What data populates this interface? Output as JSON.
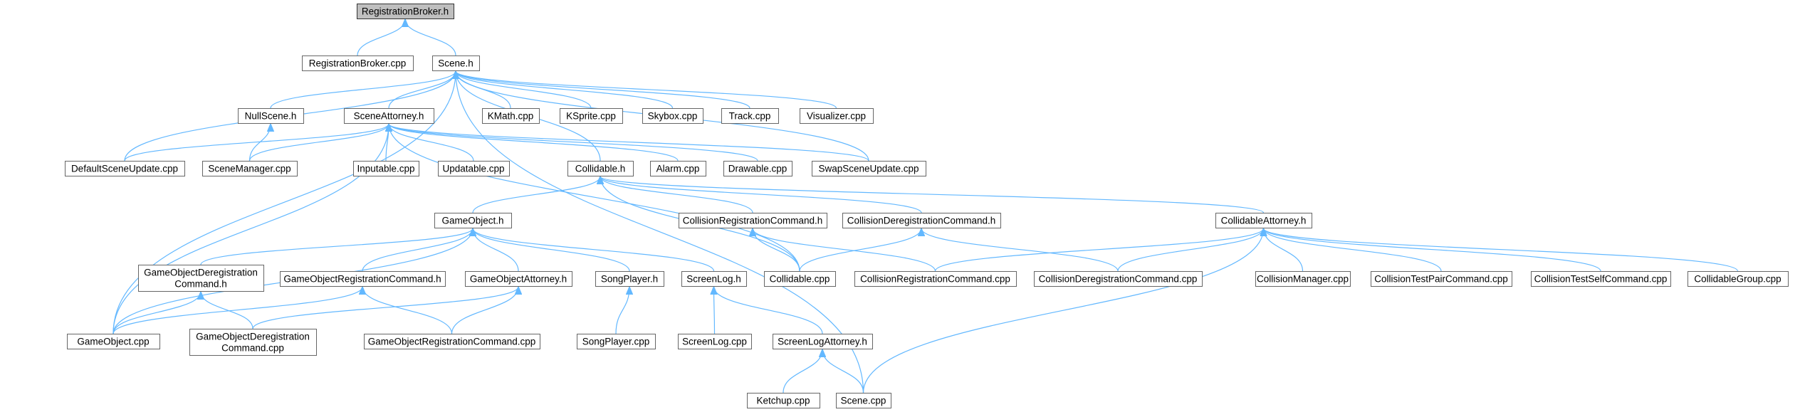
{
  "nodes": [
    {
      "id": "n_rb_h",
      "name": "node-registrationbroker-h",
      "lines": [
        "RegistrationBroker.h"
      ],
      "root": true
    },
    {
      "id": "n_rb_cpp",
      "name": "node-registrationbroker-cpp",
      "lines": [
        "RegistrationBroker.cpp"
      ]
    },
    {
      "id": "n_scene_h",
      "name": "node-scene-h",
      "lines": [
        "Scene.h"
      ]
    },
    {
      "id": "n_nullscene_h",
      "name": "node-nullscene-h",
      "lines": [
        "NullScene.h"
      ]
    },
    {
      "id": "n_sceneattorney_h",
      "name": "node-sceneattorney-h",
      "lines": [
        "SceneAttorney.h"
      ]
    },
    {
      "id": "n_kmath_cpp",
      "name": "node-kmath-cpp",
      "lines": [
        "KMath.cpp"
      ]
    },
    {
      "id": "n_ksprite_cpp",
      "name": "node-ksprite-cpp",
      "lines": [
        "KSprite.cpp"
      ]
    },
    {
      "id": "n_skybox_cpp",
      "name": "node-skybox-cpp",
      "lines": [
        "Skybox.cpp"
      ]
    },
    {
      "id": "n_track_cpp",
      "name": "node-track-cpp",
      "lines": [
        "Track.cpp"
      ]
    },
    {
      "id": "n_visualizer_cpp",
      "name": "node-visualizer-cpp",
      "lines": [
        "Visualizer.cpp"
      ]
    },
    {
      "id": "n_defaultsceneupdate_cpp",
      "name": "node-defaultsceneupdate-cpp",
      "lines": [
        "DefaultSceneUpdate.cpp"
      ]
    },
    {
      "id": "n_scenemanager_cpp",
      "name": "node-scenemanager-cpp",
      "lines": [
        "SceneManager.cpp"
      ]
    },
    {
      "id": "n_inputable_cpp",
      "name": "node-inputable-cpp",
      "lines": [
        "Inputable.cpp"
      ]
    },
    {
      "id": "n_updatable_cpp",
      "name": "node-updatable-cpp",
      "lines": [
        "Updatable.cpp"
      ]
    },
    {
      "id": "n_collidable_h",
      "name": "node-collidable-h",
      "lines": [
        "Collidable.h"
      ]
    },
    {
      "id": "n_alarm_cpp",
      "name": "node-alarm-cpp",
      "lines": [
        "Alarm.cpp"
      ]
    },
    {
      "id": "n_drawable_cpp",
      "name": "node-drawable-cpp",
      "lines": [
        "Drawable.cpp"
      ]
    },
    {
      "id": "n_swapsceneupdate_cpp",
      "name": "node-swapsceneupdate-cpp",
      "lines": [
        "SwapSceneUpdate.cpp"
      ]
    },
    {
      "id": "n_gameobject_h",
      "name": "node-gameobject-h",
      "lines": [
        "GameObject.h"
      ]
    },
    {
      "id": "n_collisionregcmd_h",
      "name": "node-collisionregistrationcommand-h",
      "lines": [
        "CollisionRegistrationCommand.h"
      ]
    },
    {
      "id": "n_collisionderegcmd_h",
      "name": "node-collisionderegistrationcommand-h",
      "lines": [
        "CollisionDeregistrationCommand.h"
      ]
    },
    {
      "id": "n_collidableattorney_h",
      "name": "node-collidableattorney-h",
      "lines": [
        "CollidableAttorney.h"
      ]
    },
    {
      "id": "n_goderegcmd_h",
      "name": "node-gameobjectderegistrationcommand-h",
      "lines": [
        "GameObjectDeregistration",
        "Command.h"
      ]
    },
    {
      "id": "n_goregcmd_h",
      "name": "node-gameobjectregistrationcommand-h",
      "lines": [
        "GameObjectRegistrationCommand.h"
      ]
    },
    {
      "id": "n_goattorney_h",
      "name": "node-gameobjectattorney-h",
      "lines": [
        "GameObjectAttorney.h"
      ]
    },
    {
      "id": "n_songplayer_h",
      "name": "node-songplayer-h",
      "lines": [
        "SongPlayer.h"
      ]
    },
    {
      "id": "n_screenlog_h",
      "name": "node-screenlog-h",
      "lines": [
        "ScreenLog.h"
      ]
    },
    {
      "id": "n_collidable_cpp",
      "name": "node-collidable-cpp",
      "lines": [
        "Collidable.cpp"
      ]
    },
    {
      "id": "n_collisionregcmd_cpp",
      "name": "node-collisionregistrationcommand-cpp",
      "lines": [
        "CollisionRegistrationCommand.cpp"
      ]
    },
    {
      "id": "n_collisionderegcmd_cpp",
      "name": "node-collisionderegistrationcommand-cpp",
      "lines": [
        "CollisionDeregistrationCommand.cpp"
      ]
    },
    {
      "id": "n_collisionmanager_cpp",
      "name": "node-collisionmanager-cpp",
      "lines": [
        "CollisionManager.cpp"
      ]
    },
    {
      "id": "n_collisiontestpaircmd_cpp",
      "name": "node-collisiontestpaircommand-cpp",
      "lines": [
        "CollisionTestPairCommand.cpp"
      ]
    },
    {
      "id": "n_collisiontestselfcmd_cpp",
      "name": "node-collisiontestselfcommand-cpp",
      "lines": [
        "CollisionTestSelfCommand.cpp"
      ]
    },
    {
      "id": "n_collidablegroup_cpp",
      "name": "node-collidablegroup-cpp",
      "lines": [
        "CollidableGroup.cpp"
      ]
    },
    {
      "id": "n_gameobject_cpp",
      "name": "node-gameobject-cpp",
      "lines": [
        "GameObject.cpp"
      ]
    },
    {
      "id": "n_goderegcmd_cpp",
      "name": "node-gameobjectderegistrationcommand-cpp",
      "lines": [
        "GameObjectDeregistration",
        "Command.cpp"
      ]
    },
    {
      "id": "n_goregcmd_cpp",
      "name": "node-gameobjectregistrationcommand-cpp",
      "lines": [
        "GameObjectRegistrationCommand.cpp"
      ]
    },
    {
      "id": "n_songplayer_cpp",
      "name": "node-songplayer-cpp",
      "lines": [
        "SongPlayer.cpp"
      ]
    },
    {
      "id": "n_screenlog_cpp",
      "name": "node-screenlog-cpp",
      "lines": [
        "ScreenLog.cpp"
      ]
    },
    {
      "id": "n_screenlogattorney_h",
      "name": "node-screenlogattorney-h",
      "lines": [
        "ScreenLogAttorney.h"
      ]
    },
    {
      "id": "n_ketchup_cpp",
      "name": "node-ketchup-cpp",
      "lines": [
        "Ketchup.cpp"
      ]
    },
    {
      "id": "n_scene_cpp",
      "name": "node-scene-cpp",
      "lines": [
        "Scene.cpp"
      ]
    }
  ],
  "edges": [
    [
      "n_rb_cpp",
      "n_rb_h"
    ],
    [
      "n_scene_h",
      "n_rb_h"
    ],
    [
      "n_nullscene_h",
      "n_scene_h"
    ],
    [
      "n_sceneattorney_h",
      "n_scene_h"
    ],
    [
      "n_kmath_cpp",
      "n_scene_h"
    ],
    [
      "n_ksprite_cpp",
      "n_scene_h"
    ],
    [
      "n_skybox_cpp",
      "n_scene_h"
    ],
    [
      "n_track_cpp",
      "n_scene_h"
    ],
    [
      "n_visualizer_cpp",
      "n_scene_h"
    ],
    [
      "n_defaultsceneupdate_cpp",
      "n_scene_h"
    ],
    [
      "n_gameobject_cpp",
      "n_scene_h"
    ],
    [
      "n_scene_cpp",
      "n_scene_h"
    ],
    [
      "n_swapsceneupdate_cpp",
      "n_scene_h"
    ],
    [
      "n_collidable_h",
      "n_scene_h"
    ],
    [
      "n_scenemanager_cpp",
      "n_nullscene_h"
    ],
    [
      "n_defaultsceneupdate_cpp",
      "n_sceneattorney_h"
    ],
    [
      "n_scenemanager_cpp",
      "n_sceneattorney_h"
    ],
    [
      "n_inputable_cpp",
      "n_sceneattorney_h"
    ],
    [
      "n_updatable_cpp",
      "n_sceneattorney_h"
    ],
    [
      "n_alarm_cpp",
      "n_sceneattorney_h"
    ],
    [
      "n_drawable_cpp",
      "n_sceneattorney_h"
    ],
    [
      "n_swapsceneupdate_cpp",
      "n_sceneattorney_h"
    ],
    [
      "n_gameobject_cpp",
      "n_sceneattorney_h"
    ],
    [
      "n_collidable_cpp",
      "n_sceneattorney_h"
    ],
    [
      "n_gameobject_h",
      "n_collidable_h"
    ],
    [
      "n_collisionregcmd_h",
      "n_collidable_h"
    ],
    [
      "n_collisionderegcmd_h",
      "n_collidable_h"
    ],
    [
      "n_collidableattorney_h",
      "n_collidable_h"
    ],
    [
      "n_collidable_cpp",
      "n_collidable_h"
    ],
    [
      "n_gameobject_cpp",
      "n_gameobject_h"
    ],
    [
      "n_goderegcmd_h",
      "n_gameobject_h"
    ],
    [
      "n_goregcmd_h",
      "n_gameobject_h"
    ],
    [
      "n_goattorney_h",
      "n_gameobject_h"
    ],
    [
      "n_songplayer_h",
      "n_gameobject_h"
    ],
    [
      "n_screenlog_h",
      "n_gameobject_h"
    ],
    [
      "n_collidable_cpp",
      "n_collisionregcmd_h"
    ],
    [
      "n_collisionregcmd_cpp",
      "n_collisionregcmd_h"
    ],
    [
      "n_collidable_cpp",
      "n_collisionderegcmd_h"
    ],
    [
      "n_collisionderegcmd_cpp",
      "n_collisionderegcmd_h"
    ],
    [
      "n_collisionregcmd_cpp",
      "n_collidableattorney_h"
    ],
    [
      "n_collisionderegcmd_cpp",
      "n_collidableattorney_h"
    ],
    [
      "n_collisionmanager_cpp",
      "n_collidableattorney_h"
    ],
    [
      "n_collisiontestpaircmd_cpp",
      "n_collidableattorney_h"
    ],
    [
      "n_collisiontestselfcmd_cpp",
      "n_collidableattorney_h"
    ],
    [
      "n_collidablegroup_cpp",
      "n_collidableattorney_h"
    ],
    [
      "n_scene_cpp",
      "n_collidableattorney_h"
    ],
    [
      "n_gameobject_cpp",
      "n_goderegcmd_h"
    ],
    [
      "n_goderegcmd_cpp",
      "n_goderegcmd_h"
    ],
    [
      "n_gameobject_cpp",
      "n_goregcmd_h"
    ],
    [
      "n_goregcmd_cpp",
      "n_goregcmd_h"
    ],
    [
      "n_goderegcmd_cpp",
      "n_goattorney_h"
    ],
    [
      "n_goregcmd_cpp",
      "n_goattorney_h"
    ],
    [
      "n_songplayer_cpp",
      "n_songplayer_h"
    ],
    [
      "n_screenlog_cpp",
      "n_screenlog_h"
    ],
    [
      "n_screenlogattorney_h",
      "n_screenlog_h"
    ],
    [
      "n_ketchup_cpp",
      "n_screenlogattorney_h"
    ],
    [
      "n_scene_cpp",
      "n_screenlogattorney_h"
    ]
  ],
  "colors": {
    "edge": "#63b8ff",
    "node_border": "#666666",
    "root_fill": "#bfbfbf"
  }
}
